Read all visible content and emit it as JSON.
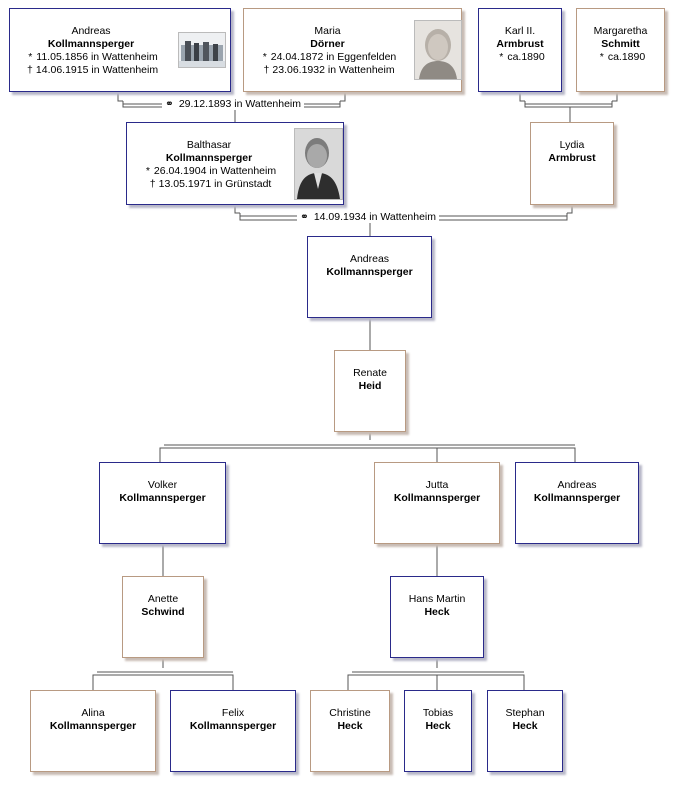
{
  "symbols": {
    "born": "*",
    "died": "†",
    "married": "⚭"
  },
  "persons": {
    "andreas_sen": {
      "given": "Andreas",
      "surname": "Kollmannsperger",
      "birth": "11.05.1856 in Wattenheim",
      "death": "14.06.1915 in Wattenheim"
    },
    "maria": {
      "given": "Maria",
      "surname": "Dörner",
      "birth": "24.04.1872 in Eggenfelden",
      "death": "23.06.1932 in Wattenheim"
    },
    "karl": {
      "given": "Karl II.",
      "surname": "Armbrust",
      "birth": "ca.1890"
    },
    "margaretha": {
      "given": "Margaretha",
      "surname": "Schmitt",
      "birth": "ca.1890"
    },
    "balthasar": {
      "given": "Balthasar",
      "surname": "Kollmannsperger",
      "birth": "26.04.1904 in Wattenheim",
      "death": "13.05.1971 in Grünstadt"
    },
    "lydia": {
      "given": "Lydia",
      "surname": "Armbrust"
    },
    "andreas_mid": {
      "given": "Andreas",
      "surname": "Kollmannsperger"
    },
    "renate": {
      "given": "Renate",
      "surname": "Heid"
    },
    "volker": {
      "given": "Volker",
      "surname": "Kollmannsperger"
    },
    "jutta": {
      "given": "Jutta",
      "surname": "Kollmannsperger"
    },
    "andreas_jr": {
      "given": "Andreas",
      "surname": "Kollmannsperger"
    },
    "anette": {
      "given": "Anette",
      "surname": "Schwind"
    },
    "hans_martin": {
      "given": "Hans Martin",
      "surname": "Heck"
    },
    "alina": {
      "given": "Alina",
      "surname": "Kollmannsperger"
    },
    "felix": {
      "given": "Felix",
      "surname": "Kollmannsperger"
    },
    "christine": {
      "given": "Christine",
      "surname": "Heck"
    },
    "tobias": {
      "given": "Tobias",
      "surname": "Heck"
    },
    "stephan": {
      "given": "Stephan",
      "surname": "Heck"
    }
  },
  "marriages": {
    "m1893": "29.12.1893 in Wattenheim",
    "m1934": "14.09.1934 in Wattenheim"
  },
  "colors": {
    "male_border": "#2a2a8a",
    "female_border": "#b89a82",
    "line": "#555555"
  }
}
